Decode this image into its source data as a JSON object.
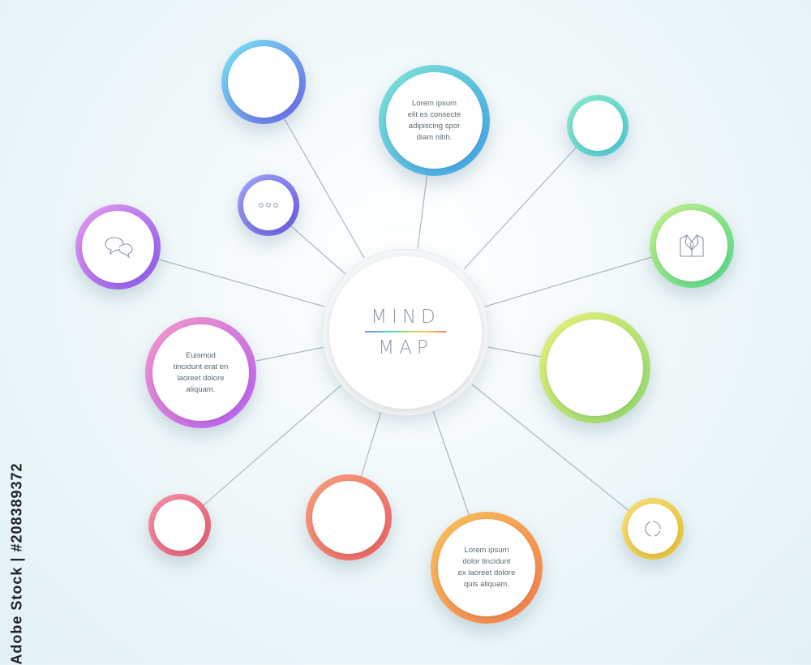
{
  "center": {
    "line1": "MIND",
    "line2": "MAP"
  },
  "nodes": {
    "top_text": "Lorem ipsum\nelit es consecte\nadipiscing spor\ndiam nibh.",
    "left_text": "Euismod\ntincidunt erat en\nlaoreet dolore\naliquam.",
    "bottom_text": "Lorem ipsum\ndolor tincidunt\nex laoreet dolore\nquis aliquam."
  },
  "watermark": "Adobe Stock | #208389372",
  "colors": {
    "purple": "#a36ef0",
    "blue_violet": "#6f7ff0",
    "sky_blue": "#4fb4ec",
    "cyan": "#5fd9d0",
    "green": "#7ed96e",
    "lime": "#b6e36a",
    "yellow": "#f2d44a",
    "orange": "#f7a24b",
    "coral": "#f2726a",
    "pink": "#f0708e",
    "magenta": "#d872e0",
    "connector": "#a9b8c0"
  }
}
